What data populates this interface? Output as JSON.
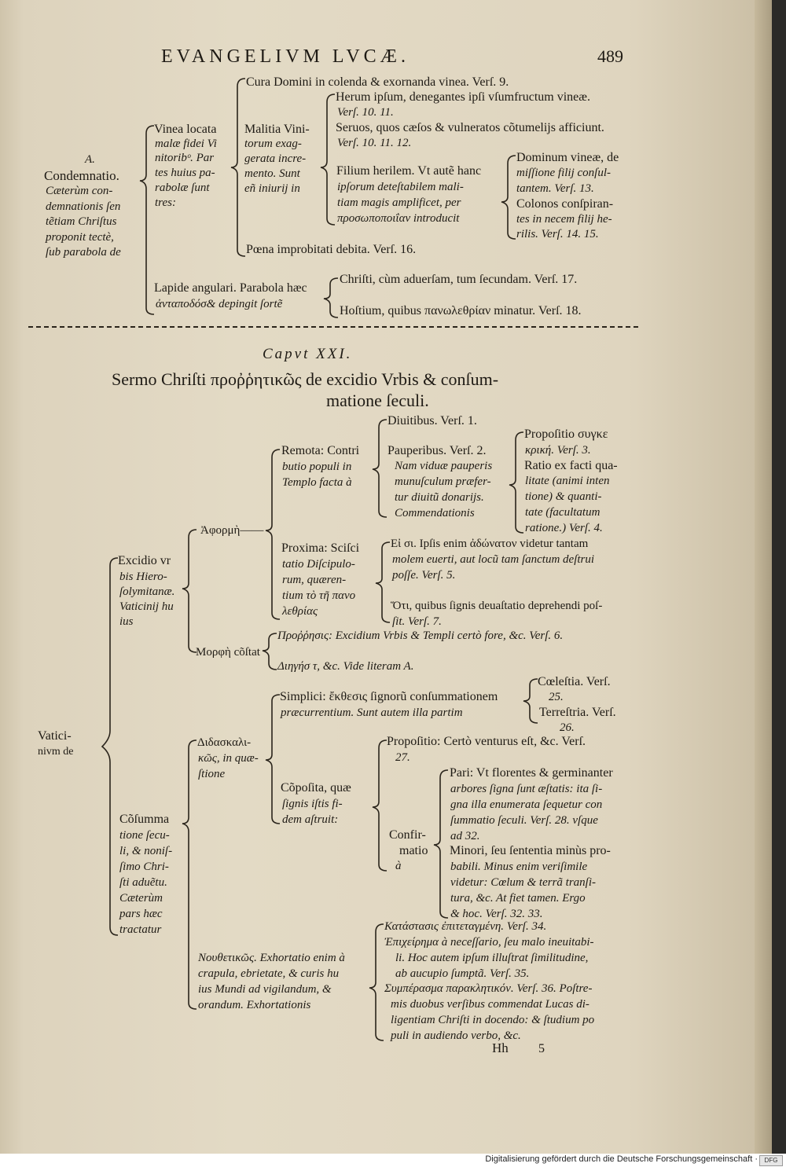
{
  "header": {
    "title": "EVANGELIVM LVCÆ.",
    "page_number": "489"
  },
  "sec1": {
    "cura": "Cura Domini in colenda & exornanda vinea. Verſ. 9.",
    "herum1": "Herum ipſum, denegantes ipſi vſumfructum vineæ.",
    "herum2": "Verſ. 10. 11.",
    "seruos1": "Seruos, quos cæſos & vulneratos cõtumelijs afficiunt.",
    "seruos2": "Verſ. 10. 11. 12.",
    "vinea1": "Vinea locata",
    "vinea2": "malæ fidei Vi",
    "vinea3": "nitoribᵒ. Par",
    "vinea4": "tes huius pa-",
    "vinea5": "rabolæ ſunt",
    "vinea6": "tres:",
    "malitia1": "Malitia Vini-",
    "malitia2": "torum exag-",
    "malitia3": "gerata incre-",
    "malitia4": "mento. Sunt",
    "malitia5": "eñ iniurij in",
    "a_label": "A.",
    "cond1": "Condemnatio.",
    "cond2": "Cæterùm con-",
    "cond3": "demnationis ſen",
    "cond4": "tẽtiam Chriſtus",
    "cond5": "proponit tectè,",
    "cond6": "ſub parabola de",
    "fil1": "Filium herilem. Vt autẽ hanc",
    "fil2": "ipſorum deteſtabilem mali-",
    "fil3": "tiam magis amplificet, per",
    "fil4": "προσωποποιΐαν introducit",
    "dom1": "Dominum vineæ, de",
    "dom2": "miſſione filij conſul-",
    "dom3": "tantem. Verſ. 13.",
    "col1": "Colonos conſpiran-",
    "col2": "tes in necem filij he-",
    "col3": "rilis. Verſ. 14. 15.",
    "poena": "Pœna improbitati debita. Verſ. 16.",
    "lap1": "Lapide angulari. Parabola hæc",
    "lap2": "ἀνταποδόσ& depingit ſortẽ",
    "chr": "Chriſti, cùm aduerſam, tum ſecundam. Verſ. 17.",
    "host": "Hoſtium, quibus πανωλεθρίαν minatur. Verſ. 18."
  },
  "caput": "Capvt XXI.",
  "sermo1": "Sermo Chriſti προῤῥητικῶς de excidio Vrbis & conſum-",
  "sermo2": "matione ſeculi.",
  "sec2": {
    "diu": "Diuitibus. Verſ. 1.",
    "remota1": "Remota: Contri",
    "remota2": "butio populi in",
    "remota3": "Templo facta à",
    "paup": "Pauperibus. Verſ. 2.",
    "nam1": "Nam viduæ pauperis",
    "nam2": "munuſculum præfer-",
    "nam3": "tur diuitũ donarijs.",
    "nam4": "Commendationis",
    "prop1": "Propoſitio συγκε",
    "prop2": "κρική. Verſ. 3.",
    "rat1": "Ratio ex facti qua-",
    "rat2": "litate (animi inten",
    "rat3": "tione) & quanti-",
    "rat4": "tate (facultatum",
    "rat5": "ratione.) Verſ. 4.",
    "aphorme": "Ἀφορμὴ——",
    "prox1": "Proxima: Sciſci",
    "prox2": "tatio Diſcipulo-",
    "prox3": "rum, quæren-",
    "prox4": "tium τὸ τῆ πανο",
    "prox5": "λεθρίας",
    "eisi1": "Εἰ σι. Ipſis enim ἀδώνατον videtur tantam",
    "eisi2": "molem euerti, aut locũ tam ſanctum deſtrui",
    "eisi3": "poſſe. Verſ. 5.",
    "oti1": "Ὅτι, quibus ſignis deuaſtatio deprehendi poſ-",
    "oti2": "ſit. Verſ. 7.",
    "exc1": "Excidio vr",
    "exc2": "bis Hiero-",
    "exc3": "ſolymitanæ.",
    "exc4": "Vaticinij hu",
    "exc5": "ius",
    "morphe": "Μορφὴ cõſtat",
    "prorr": "Προῤῥησις: Excidium Vrbis & Templi certò fore, &c. Verſ. 6.",
    "dieg": "Διηγήσ τ, &c. Vide literam A.",
    "simp1": "Simplici: ἔκθεσις ſignorũ conſummationem",
    "simp2": "præcurrentium. Sunt autem illa partim",
    "cael1": "Cœleſtia. Verſ.",
    "cael2": "25.",
    "terr1": "Terreſtria. Verſ.",
    "terr2": "26.",
    "vat1": "Vatici-",
    "vat2": "nivm de",
    "did1": "Διδασκαλι-",
    "did2": "κῶς, in quæ-",
    "did3": "ſtione",
    "prop21": "Propoſitio: Certò venturus eſt, &c. Verſ.",
    "prop22": "27.",
    "pari1": "Pari: Vt florentes & germinanter",
    "pari2": "arbores ſigna ſunt æſtatis: ita ſi-",
    "pari3": "gna illa enumerata ſequetur con",
    "pari4": "ſummatio ſeculi. Verſ. 28. vſque",
    "pari5": "ad 32.",
    "comp1": "Cõpoſita, quæ",
    "comp2": "ſignis iſtis fi-",
    "comp3": "dem aſtruit:",
    "conf1": "Confir-",
    "conf2": "matio",
    "conf3": "à",
    "min1": "Minori, ſeu ſententia minùs pro-",
    "min2": "babili. Minus enim veriſimile",
    "min3": "videtur: Cœlum & terrã tranſi-",
    "min4": "tura, &c. At fiet tamen. Ergo",
    "min5": "& hoc. Verſ. 32. 33.",
    "cons1": "Cõſumma",
    "cons2": "tione ſecu-",
    "cons3": "li, & noniſ-",
    "cons4": "ſimo Chri-",
    "cons5": "ſti aduẽtu.",
    "cons6": "Cæterùm",
    "cons7": "pars hæc",
    "cons8": "tractatur",
    "kat": "Κατάστασις ἐπιτεταγμένη. Verſ. 34.",
    "epi1": "Ἐπιχείρημα à neceſſario, ſeu malo ineuitabi-",
    "epi2": "li. Hoc autem ipſum illuſtrat ſimilitudine,",
    "epi3": "ab aucupio ſumptã. Verſ. 35.",
    "nouth1": "Νουθετικῶς. Exhortatio enim à",
    "nouth2": "crapula, ebrietate, & curis hu",
    "nouth3": "ius Mundi ad vigilandum, &",
    "nouth4": "orandum. Exhortationis",
    "symp1": "Συμπέρασμα παρακλητικόν. Verſ. 36. Poſtre-",
    "symp2": "mis duobus verſibus commendat Lucas di-",
    "symp3": "ligentiam Chriſti in docendo: & ſtudium po",
    "symp4": "puli in audiendo verbo, &c.",
    "sig": "Hh",
    "sig_n": "5"
  },
  "footer": {
    "text": "Digitalisierung gefördert durch die Deutsche Forschungsgemeinschaft ·",
    "logo": "DFG"
  }
}
